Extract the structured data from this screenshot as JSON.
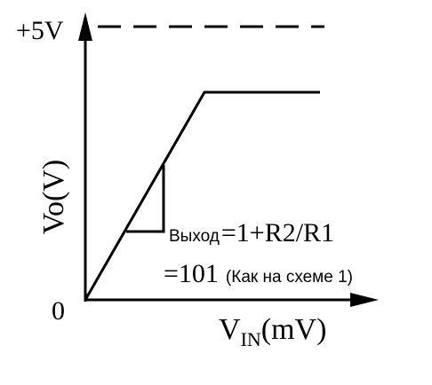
{
  "graph": {
    "top_label": "+5V",
    "origin_label": "0",
    "y_axis_label": "Vo(V)",
    "x_axis_label_main": "V",
    "x_axis_label_sub": "IN",
    "x_axis_label_unit": "(mV)",
    "annotation_cyr_1": "Выход",
    "annotation_formula_1": "=1+R2/R1",
    "annotation_formula_2": "=101",
    "annotation_cyr_2": "(Как на схеме 1)"
  }
}
